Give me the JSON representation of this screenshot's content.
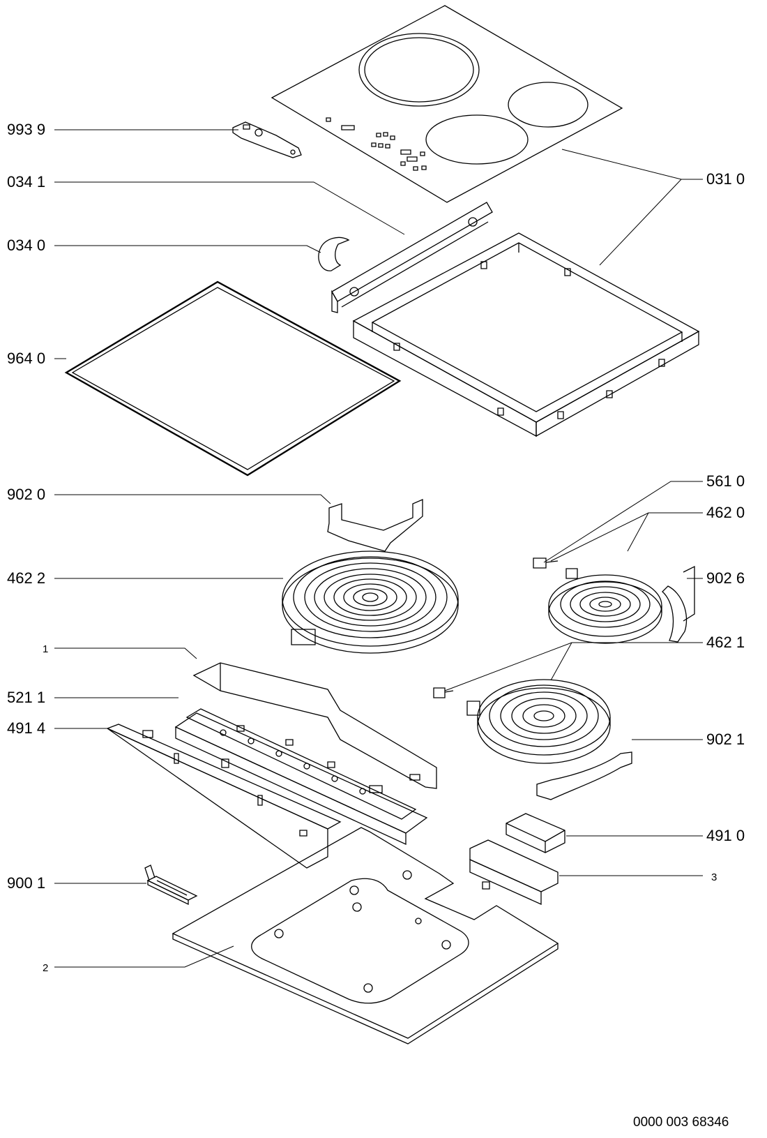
{
  "labels": {
    "l9939": "993 9",
    "l0341": "034 1",
    "l0340": "034 0",
    "l9640": "964 0",
    "l9020": "902 0",
    "l4622": "462 2",
    "l1": "1",
    "l5211": "521 1",
    "l4914": "491 4",
    "l9001": "900 1",
    "l2": "2",
    "l0310": "031 0",
    "l5610": "561 0",
    "l4620": "462 0",
    "l9026": "902 6",
    "l4621": "462 1",
    "l9021": "902 1",
    "l4910": "491 0",
    "l3": "3"
  },
  "doc_number": "0000 003 68346",
  "colors": {
    "line": "#000000",
    "background": "#ffffff"
  }
}
